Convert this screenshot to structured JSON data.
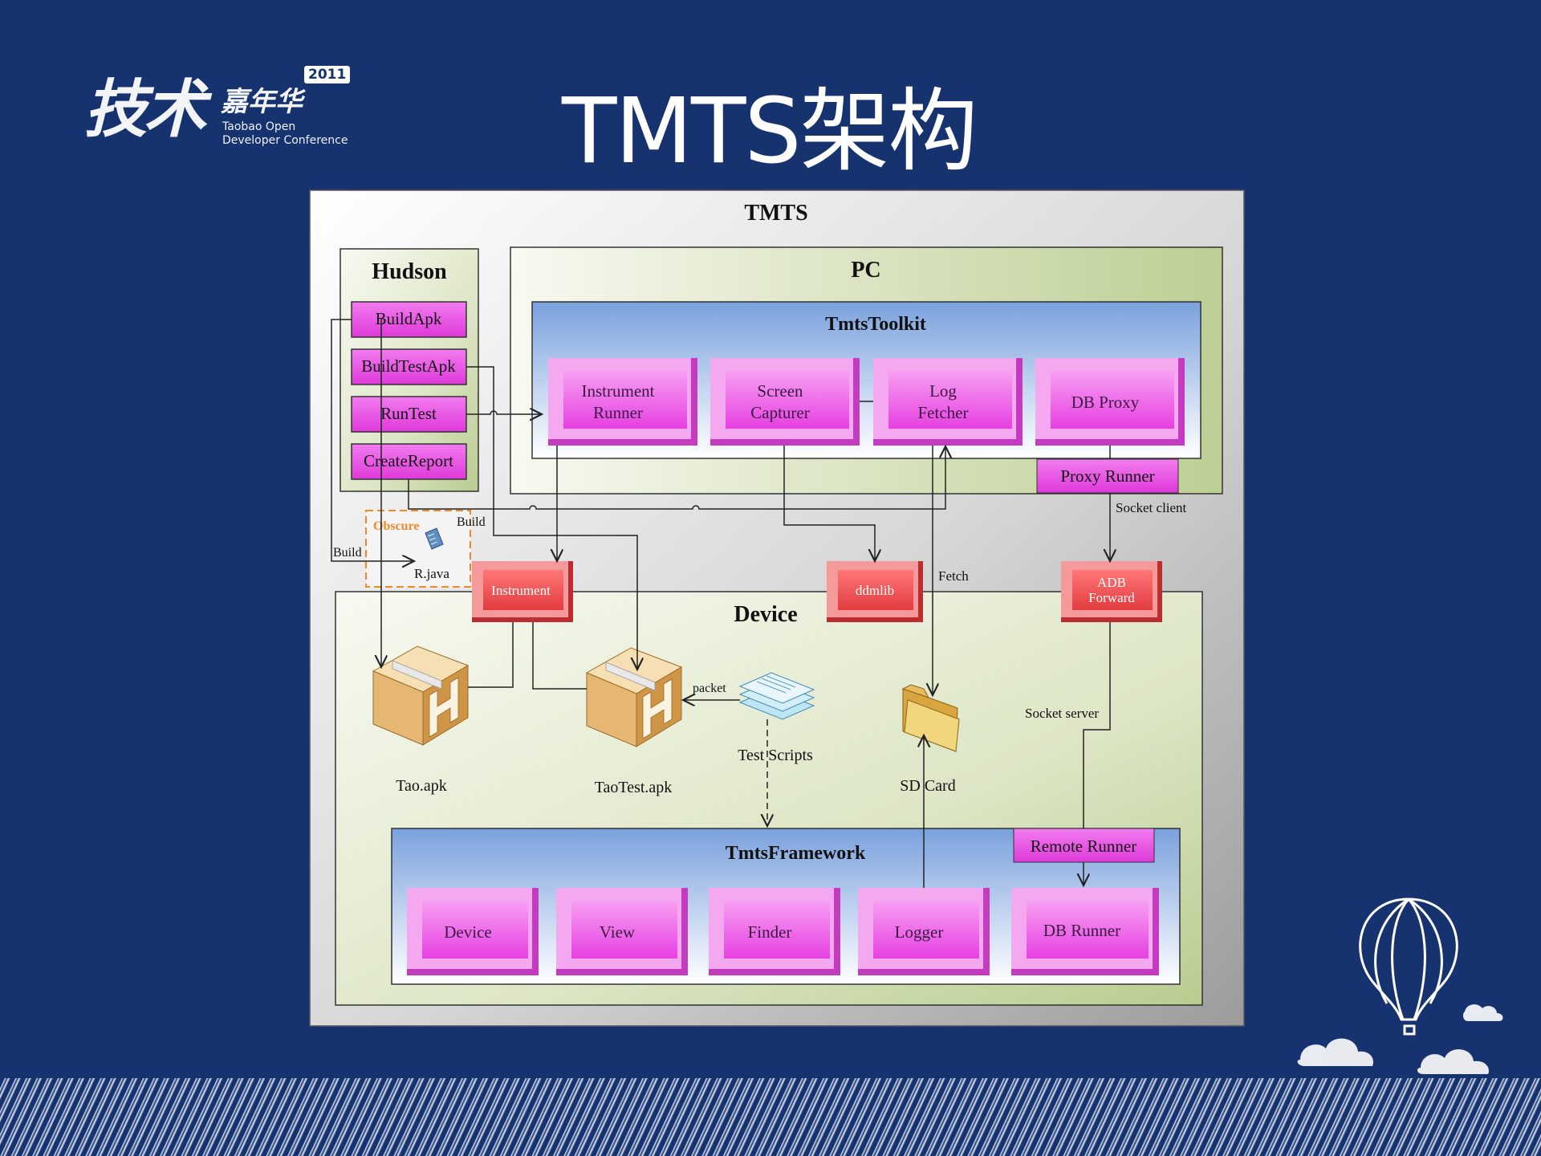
{
  "logo": {
    "main": "技术",
    "secondary": "嘉年华",
    "year": "2011",
    "line1": "Taobao Open",
    "line2": "Developer Conference"
  },
  "slide": {
    "title": "TMTS架构"
  },
  "diagram": {
    "outer_title": "TMTS",
    "hudson": {
      "title": "Hudson",
      "items": [
        "BuildApk",
        "BuildTestApk",
        "RunTest",
        "CreateReport"
      ]
    },
    "pc": {
      "title": "PC",
      "toolkit": {
        "title": "TmtsToolkit",
        "modules": [
          {
            "line1": "Instrument",
            "line2": "Runner"
          },
          {
            "line1": "Screen",
            "line2": "Capturer"
          },
          {
            "line1": "Log",
            "line2": "Fetcher"
          },
          {
            "line1": "DB Proxy",
            "line2": ""
          }
        ]
      },
      "proxy_runner": "Proxy Runner"
    },
    "obscure": {
      "label": "Obscure",
      "file": "R.java"
    },
    "connectors": {
      "instrument": "Instrument",
      "ddmlib": "ddmlib",
      "adb_line1": "ADB",
      "adb_line2": "Forward"
    },
    "edge_labels": {
      "build_left": "Build",
      "build_top": "Build",
      "socket_client": "Socket client",
      "fetch": "Fetch",
      "packet": "packet",
      "socket_server": "Socket server"
    },
    "device": {
      "title": "Device",
      "tao_apk": "Tao.apk",
      "taotest_apk": "TaoTest.apk",
      "test_scripts": "Test Scripts",
      "sd_card": "SD Card",
      "framework": {
        "title": "TmtsFramework",
        "remote_runner": "Remote Runner",
        "modules": [
          "Device",
          "View",
          "Finder",
          "Logger",
          "DB Runner"
        ]
      }
    }
  },
  "colors": {
    "background": "#16326f",
    "magenta": "#e649e0",
    "red": "#e8484a",
    "blue": "#7da2d8",
    "green": "#c7d5a6"
  }
}
